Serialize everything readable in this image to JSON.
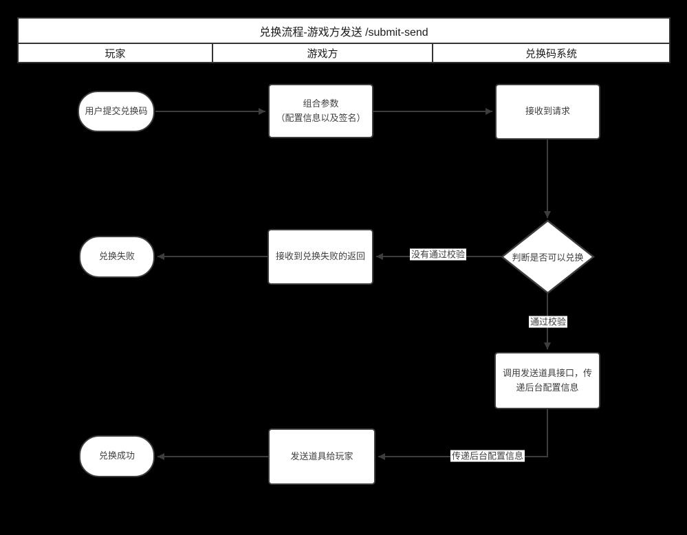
{
  "header": {
    "title": "兑换流程-游戏方发送 /submit-send",
    "lanes": [
      "玩家",
      "游戏方",
      "兑换码系统"
    ]
  },
  "nodes": {
    "user_submit": "用户提交兑换码",
    "combine_params": [
      "组合参数",
      "（配置信息以及签名）"
    ],
    "receive_request": "接收到请求",
    "decision": "判断是否可以兑换",
    "receive_fail_return": "接收到兑换失败的返回",
    "redeem_fail": "兑换失败",
    "call_send_api": [
      "调用发送道具接口，传",
      "递后台配置信息"
    ],
    "send_item": "发送道具给玩家",
    "redeem_success": "兑换成功"
  },
  "edge_labels": {
    "not_pass": "没有通过校验",
    "pass": "通过校验",
    "pass_config": "传递后台配置信息"
  },
  "colors": {
    "background": "#000000",
    "node_fill": "#ffffff",
    "stroke": "#3d3d3d",
    "node_text": "#3f3f3f",
    "header_text": "#1a1a1a"
  }
}
